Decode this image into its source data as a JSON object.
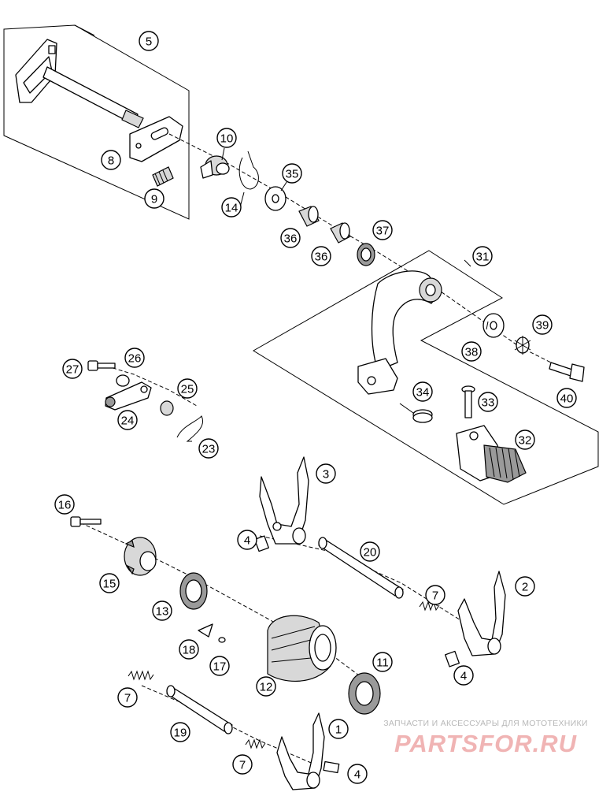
{
  "callouts": [
    {
      "id": "c5",
      "label": "5"
    },
    {
      "id": "c8",
      "label": "8"
    },
    {
      "id": "c9",
      "label": "9"
    },
    {
      "id": "c10",
      "label": "10"
    },
    {
      "id": "c14",
      "label": "14"
    },
    {
      "id": "c35",
      "label": "35"
    },
    {
      "id": "c36a",
      "label": "36"
    },
    {
      "id": "c36b",
      "label": "36"
    },
    {
      "id": "c37",
      "label": "37"
    },
    {
      "id": "c31",
      "label": "31"
    },
    {
      "id": "c39",
      "label": "39"
    },
    {
      "id": "c38",
      "label": "38"
    },
    {
      "id": "c40",
      "label": "40"
    },
    {
      "id": "c34",
      "label": "34"
    },
    {
      "id": "c33",
      "label": "33"
    },
    {
      "id": "c32",
      "label": "32"
    },
    {
      "id": "c27",
      "label": "27"
    },
    {
      "id": "c26",
      "label": "26"
    },
    {
      "id": "c25",
      "label": "25"
    },
    {
      "id": "c24",
      "label": "24"
    },
    {
      "id": "c23",
      "label": "23"
    },
    {
      "id": "c3",
      "label": "3"
    },
    {
      "id": "c4a",
      "label": "4"
    },
    {
      "id": "c20",
      "label": "20"
    },
    {
      "id": "c16",
      "label": "16"
    },
    {
      "id": "c15",
      "label": "15"
    },
    {
      "id": "c13",
      "label": "13"
    },
    {
      "id": "c7a",
      "label": "7"
    },
    {
      "id": "c2",
      "label": "2"
    },
    {
      "id": "c18",
      "label": "18"
    },
    {
      "id": "c17",
      "label": "17"
    },
    {
      "id": "c11",
      "label": "11"
    },
    {
      "id": "c12",
      "label": "12"
    },
    {
      "id": "c4b",
      "label": "4"
    },
    {
      "id": "c7b",
      "label": "7"
    },
    {
      "id": "c19",
      "label": "19"
    },
    {
      "id": "c1",
      "label": "1"
    },
    {
      "id": "c7c",
      "label": "7"
    },
    {
      "id": "c4c",
      "label": "4"
    }
  ],
  "watermark": {
    "tagline": "ЗАПЧАСТИ И АКСЕССУАРЫ ДЛЯ МОТОТЕХНИКИ",
    "logo": "PARTSFOR.RU"
  }
}
